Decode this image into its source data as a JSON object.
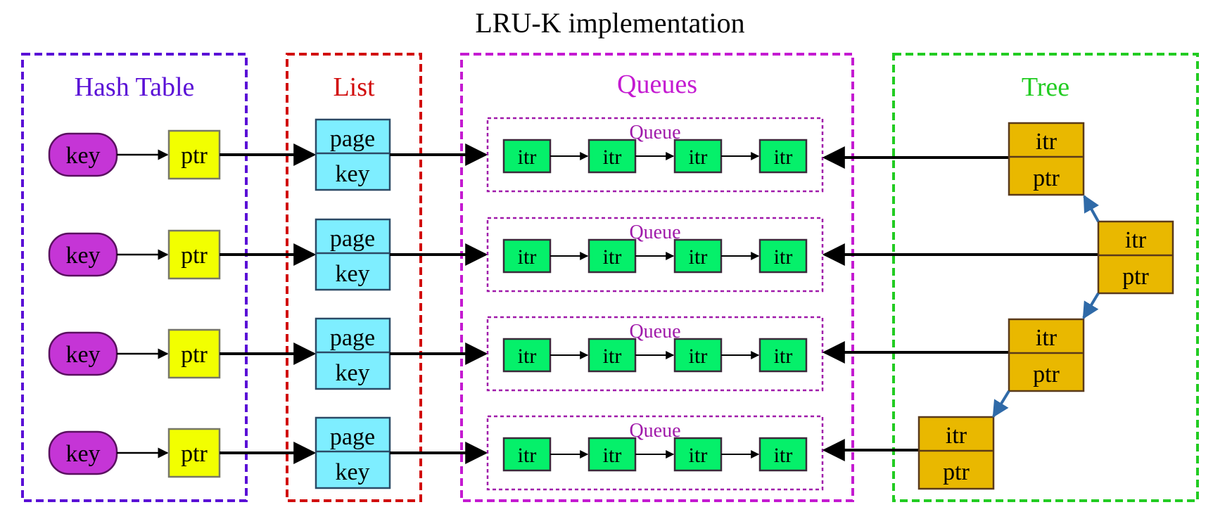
{
  "title": "LRU-K implementation",
  "sections": {
    "hash_table": {
      "label": "Hash Table",
      "color": "#5a0fd6"
    },
    "list": {
      "label": "List",
      "color": "#d10a0a"
    },
    "queues": {
      "label": "Queues",
      "color": "#c41ad1"
    },
    "tree": {
      "label": "Tree",
      "color": "#22cc22"
    }
  },
  "hash_rows": [
    {
      "key": "key",
      "ptr": "ptr"
    },
    {
      "key": "key",
      "ptr": "ptr"
    },
    {
      "key": "key",
      "ptr": "ptr"
    },
    {
      "key": "key",
      "ptr": "ptr"
    }
  ],
  "list_nodes": [
    {
      "page": "page",
      "key": "key"
    },
    {
      "page": "page",
      "key": "key"
    },
    {
      "page": "page",
      "key": "key"
    },
    {
      "page": "page",
      "key": "key"
    }
  ],
  "queues": [
    {
      "label": "Queue",
      "items": [
        "itr",
        "itr",
        "itr",
        "itr"
      ]
    },
    {
      "label": "Queue",
      "items": [
        "itr",
        "itr",
        "itr",
        "itr"
      ]
    },
    {
      "label": "Queue",
      "items": [
        "itr",
        "itr",
        "itr",
        "itr"
      ]
    },
    {
      "label": "Queue",
      "items": [
        "itr",
        "itr",
        "itr",
        "itr"
      ]
    }
  ],
  "tree_nodes": [
    {
      "itr": "itr",
      "ptr": "ptr"
    },
    {
      "itr": "itr",
      "ptr": "ptr"
    },
    {
      "itr": "itr",
      "ptr": "ptr"
    },
    {
      "itr": "itr",
      "ptr": "ptr"
    }
  ],
  "colors": {
    "key_fill": "#c535d6",
    "ptr_fill": "#f2ff00",
    "list_fill": "#7eeeff",
    "itr_fill": "#05f06a",
    "tree_fill": "#e9b800",
    "tree_edge": "#2f6aa8"
  }
}
